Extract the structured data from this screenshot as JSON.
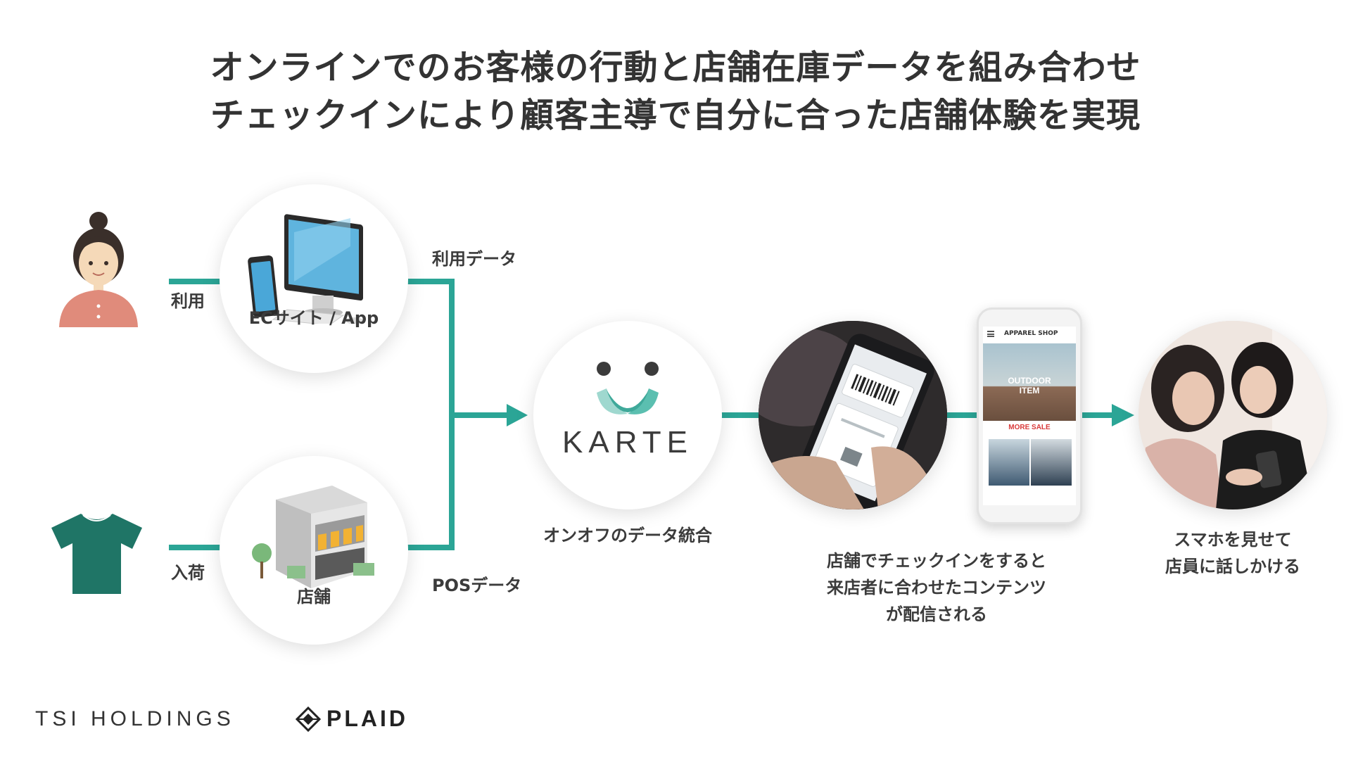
{
  "title": {
    "line1": "オンラインでのお客様の行動と店舗在庫データを組み合わせ",
    "line2": "チェックインにより顧客主導で自分に合った店舗体験を実現"
  },
  "flow": {
    "customer_edge_label": "利用",
    "product_edge_label": "入荷",
    "usage_data_label": "利用データ",
    "pos_data_label": "POSデータ",
    "ec_node_label": "ECサイト / App",
    "store_node_label": "店舗",
    "karte_node_caption": "オンオフのデータ統合",
    "checkin_caption": [
      "店舗でチェックインをすると",
      "来店者に合わせたコンテンツ",
      "が配信される"
    ],
    "talk_caption": [
      "スマホを見せて",
      "店員に話しかける"
    ]
  },
  "karte_logo": {
    "wordmark": "KARTE"
  },
  "phone_screen": {
    "header": "APPAREL SHOP",
    "hero_line1": "OUTDOOR",
    "hero_line2": "ITEM",
    "sale": "MORE SALE"
  },
  "footer": {
    "tsi_logo": "TSI HOLDINGS",
    "plaid_logo": "PLAID"
  },
  "colors": {
    "accent": "#2ba596",
    "text": "#333333",
    "shirt": "#1f7566",
    "karte_teal": "#5bbfb0"
  }
}
